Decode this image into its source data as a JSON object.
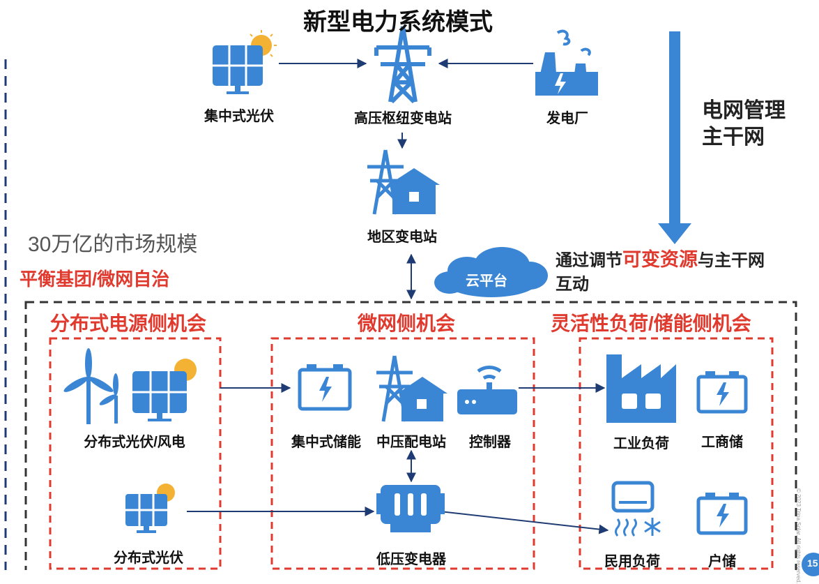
{
  "title": "新型电力系统模式",
  "grid_management": {
    "line1": "电网管理",
    "line2": "主干网"
  },
  "market_scale": "30万亿的市场规模",
  "balance_group": "平衡基团/微网自治",
  "cloud_platform": "云平台",
  "interaction": {
    "prefix": "通过调节",
    "highlight": "可变资源",
    "suffix": "与主干网",
    "line2": "互动"
  },
  "top_nodes": {
    "central_pv": "集中式光伏",
    "hv_substation": "高压枢纽变电站",
    "power_plant": "发电厂",
    "regional_substation": "地区变电站"
  },
  "sections": {
    "distributed_source": "分布式电源侧机会",
    "microgrid": "微网侧机会",
    "flexible_load": "灵活性负荷/储能侧机会"
  },
  "nodes": {
    "distributed_pv_wind": "分布式光伏/风电",
    "distributed_pv": "分布式光伏",
    "central_storage": "集中式储能",
    "mv_substation": "中压配电站",
    "controller": "控制器",
    "lv_transformer": "低压变电器",
    "industrial_load": "工业负荷",
    "commercial_storage": "工商储",
    "residential_load": "民用负荷",
    "household_storage": "户储"
  },
  "page_number": "15",
  "copyright": "© 2023 Trina Solar. All rights reserved.",
  "colors": {
    "accent_blue": "#3b86d4",
    "red": "#e03a2f",
    "dark_blue_line": "#1f3b73"
  }
}
